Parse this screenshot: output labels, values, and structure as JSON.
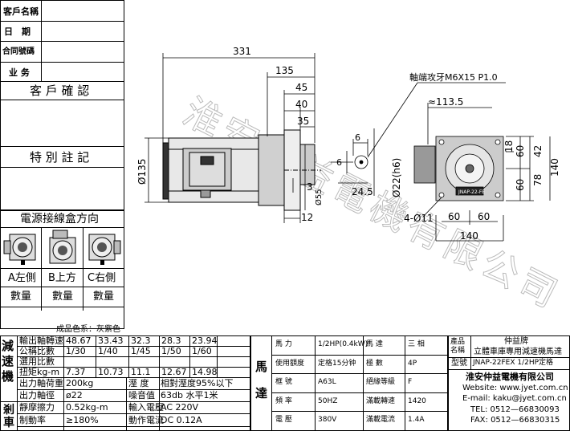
{
  "left_panel": {
    "fields": [
      {
        "label": "客戶名稱"
      },
      {
        "label": "日　期"
      },
      {
        "label": "合同號碼"
      },
      {
        "label": "业 务"
      }
    ],
    "customer_confirm": "客 戶 確 認",
    "special_notes": "特 別 註 記",
    "junction_box_title": "電源接線盒方向",
    "orientations": [
      "A左側",
      "B上方",
      "C右側"
    ],
    "qty_label": "數量"
  },
  "drawing": {
    "total_length": "331",
    "d135": "135",
    "d45": "45",
    "d40": "40",
    "d35": "35",
    "d3": "3",
    "d12": "12",
    "dia135": "Ø135",
    "dia55": "Ø55",
    "thread_note": "軸端攻牙M6X15 P1.0",
    "key6h": "6",
    "key6v": "6",
    "d24_5": "24.5",
    "shaft_dia": "Ø22(h6)",
    "approx": "≈113.5",
    "d18": "18",
    "d60a": "60",
    "d42": "42",
    "d140v": "140",
    "d78": "78",
    "d60b": "60",
    "holes": "4-Ø11",
    "d60c": "60",
    "d60d": "60",
    "d140h": "140",
    "plate_text": "JNAP-22-FE",
    "watermark": "淮安仲益電機有限公司"
  },
  "reducer_table": {
    "side_label": [
      "減",
      "速",
      "機"
    ],
    "color_line": "成品色系：灰紫色",
    "rows": [
      {
        "label": "輸出軸轉速",
        "values": [
          "48.67",
          "33.43",
          "32.3",
          "28.3",
          "23.94"
        ]
      },
      {
        "label": "公稱比數",
        "values": [
          "1/30",
          "1/40",
          "1/45",
          "1/50",
          "1/60"
        ]
      },
      {
        "label": "選用比數",
        "values": [
          "",
          "",
          "",
          "",
          ""
        ]
      },
      {
        "label": "扭矩kg-m",
        "values": [
          "7.37",
          "10.73",
          "11.1",
          "12.67",
          "14.98"
        ]
      }
    ],
    "load_label": "出力軸荷重",
    "load_value": "200kg",
    "temp_label": "溼 度",
    "temp_value": "相對溼度95%以下",
    "dia_label": "出力軸徑",
    "dia_value": "ø22",
    "noise_label": "噪音值",
    "noise_value": "63db 水平1米",
    "brake_side": [
      "剎",
      "車"
    ],
    "friction_label": "靜摩擦力",
    "friction_value": "0.52kg-m",
    "input_label": "輸入電壓",
    "input_value": "AC  220V",
    "rate_label": "制動率",
    "rate_value": "≥180%",
    "current_label": "動作電流",
    "current_value": "DC 0.12A"
  },
  "motor_table": {
    "side_label": [
      "馬",
      "達"
    ],
    "rows": [
      [
        "馬 力",
        "1/2HP(0.4kW)",
        "馬 達",
        "三 相"
      ],
      [
        "使用額度",
        "定格15分钟",
        "極 數",
        "4P"
      ],
      [
        "框 號",
        "A63L",
        "絕緣等級",
        "F"
      ],
      [
        "頻 率",
        "50HZ",
        "滿載轉速",
        "1420"
      ],
      [
        "電 壓",
        "380V",
        "滿載電流",
        "1.4A"
      ]
    ]
  },
  "product_info": {
    "name_label": "產品名稱",
    "name_line1": "仲益牌",
    "name_line2": "立體車庫專用減速機馬達",
    "model_label": "型號",
    "model_value": "JNAP-22FEX  1/2HP定格",
    "company": "淮安仲益電機有限公司",
    "website": "Website: www.jyet.com.cn",
    "email": "E-mail: kaku@jyet.com.cn",
    "tel": "TEL: 0512—66830093",
    "fax": "FAX: 0512—66830315"
  }
}
